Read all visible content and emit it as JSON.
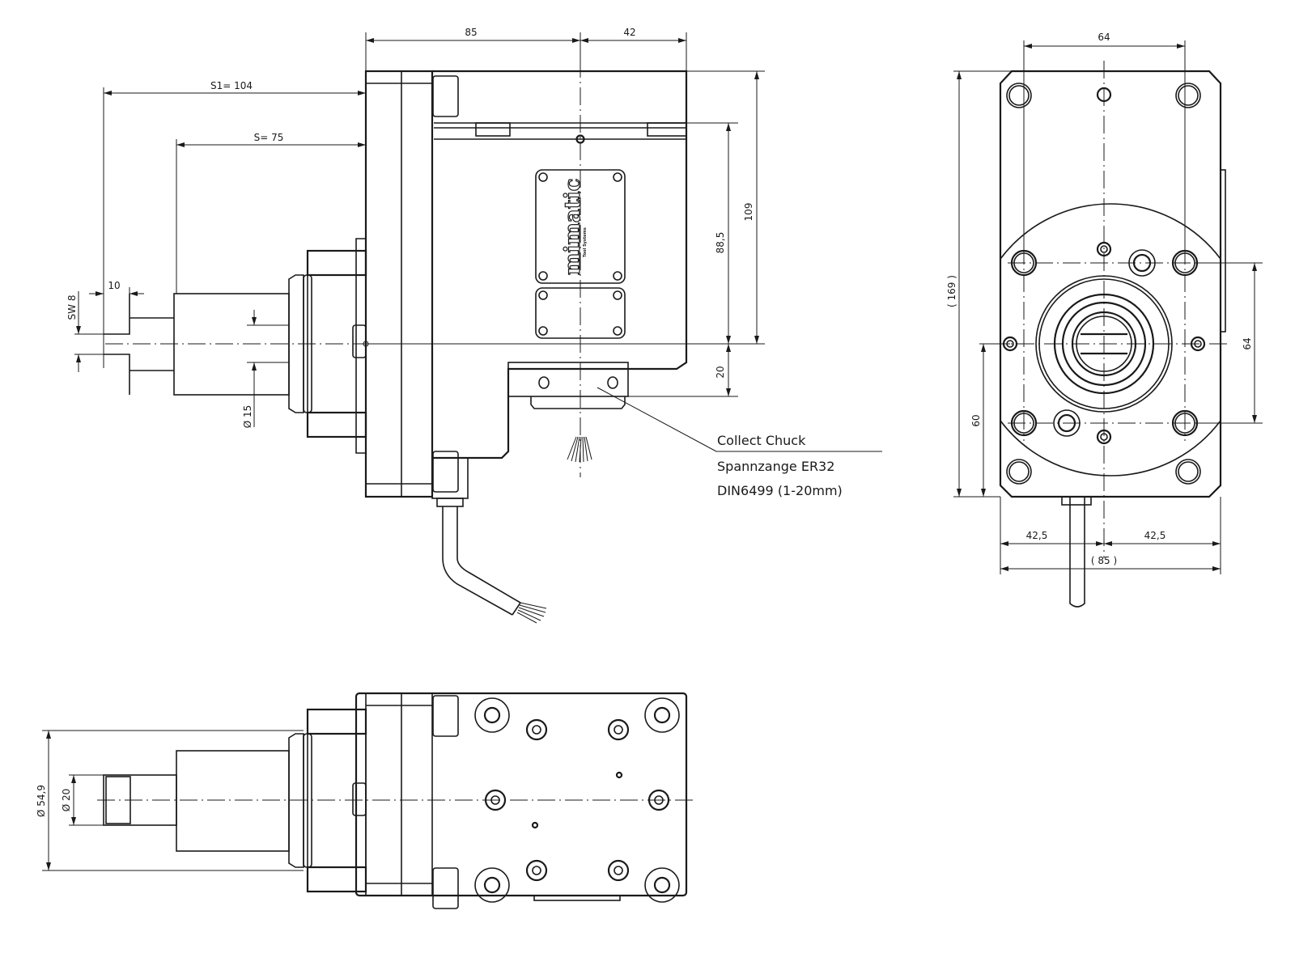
{
  "drawing": {
    "title": "mimatic driven tool holder — technical drawing",
    "views": [
      "side-view",
      "front-view",
      "top-view"
    ],
    "colors": {
      "line": "#1a1a1a",
      "background": "#ffffff"
    }
  },
  "side_view": {
    "dim_width_body": "85",
    "dim_width_head": "42",
    "dim_s1": "S1=  104",
    "dim_s": "S=  75",
    "dim_height_109": "109",
    "dim_height_88_5": "88,5",
    "dim_offset_20": "20",
    "dim_sw": "SW 8",
    "dim_flat_10": "10",
    "dim_dia_15": "Ø 15",
    "logo": {
      "brand": "mimatic",
      "tagline": "Tool Systems"
    }
  },
  "callout": {
    "line1": "Collect Chuck",
    "line2": "Spannzange ER32",
    "line3": "DIN6499 (1-20mm)"
  },
  "front_view": {
    "dim_top_64": "64",
    "dim_height_169": "( 169 )",
    "dim_height_60": "60",
    "dim_right_64": "64",
    "dim_left_42_5": "42,5",
    "dim_right_42_5": "42,5",
    "dim_total_85": "( 85 )"
  },
  "top_view": {
    "dim_dia_54_9": "Ø 54,9",
    "dim_dia_20": "Ø 20"
  }
}
